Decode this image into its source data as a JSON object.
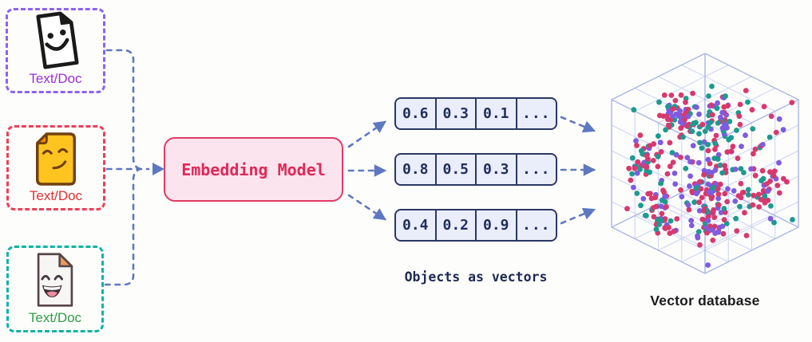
{
  "sources": {
    "items": [
      {
        "label": "Text/Doc",
        "icon": "smiley-doc-icon",
        "border_color": "#8b63f2",
        "label_color": "#9b2fd6"
      },
      {
        "label": "Text/Doc",
        "icon": "smirk-doc-icon",
        "border_color": "#ef3e58",
        "label_color": "#e03131"
      },
      {
        "label": "Text/Doc",
        "icon": "laughing-doc-icon",
        "border_color": "#10b3a6",
        "label_color": "#2f9e44"
      }
    ]
  },
  "embedding_model": {
    "label": "Embedding Model",
    "bg_color": "#fce4ee",
    "border_color": "#e23a64",
    "text_color": "#e02858"
  },
  "vectors": {
    "rows": [
      [
        "0.6",
        "0.3",
        "0.1",
        "..."
      ],
      [
        "0.8",
        "0.5",
        "0.3",
        "..."
      ],
      [
        "0.4",
        "0.2",
        "0.9",
        "..."
      ]
    ],
    "caption": "Objects as vectors",
    "cell_bg": "#eaeefb",
    "cell_border": "#2a3863"
  },
  "vector_database": {
    "caption": "Vector database",
    "grid_color": "#ccd4f4",
    "edge_color": "#a9b5e6",
    "dot_colors": {
      "red": "#d8386d",
      "purple": "#7e5be0",
      "teal": "#1d9a8f"
    },
    "dot_color_weights": {
      "red": 0.46,
      "purple": 0.27,
      "teal": 0.27
    },
    "clusters": [
      {
        "u": 0.3,
        "v": 0.58,
        "w": 0.18,
        "s": 0.1,
        "n": 44
      },
      {
        "u": 0.58,
        "v": 0.4,
        "w": 0.15,
        "s": 0.1,
        "n": 44
      },
      {
        "u": 0.05,
        "v": 0.75,
        "w": 0.6,
        "s": 0.1,
        "n": 42
      },
      {
        "u": 0.52,
        "v": 0.49,
        "w": 0.7,
        "s": 0.11,
        "n": 48
      },
      {
        "u": 0.86,
        "v": 0.24,
        "w": 0.68,
        "s": 0.1,
        "n": 40
      },
      {
        "u": 0.31,
        "v": 0.79,
        "w": 0.88,
        "s": 0.1,
        "n": 38
      },
      {
        "u": 0.62,
        "v": 0.58,
        "w": 0.93,
        "s": 0.11,
        "n": 40
      }
    ],
    "scatter_count": 140
  },
  "arrow_color": "#5d78c1"
}
